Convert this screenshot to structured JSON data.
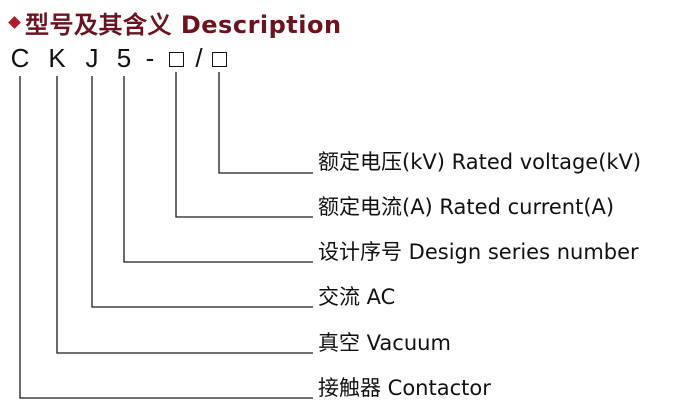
{
  "heading": {
    "text": "型号及其含义 Description",
    "bullet_color": "#b01c2e",
    "text_color": "#6b1420"
  },
  "model_code": {
    "chars": [
      "C",
      "K",
      "J",
      "5",
      "-",
      "/"
    ]
  },
  "definitions": [
    {
      "text": "额定电压(kV) Rated voltage(kV)"
    },
    {
      "text": "额定电流(A) Rated current(A)"
    },
    {
      "text": "设计序号 Design series number"
    },
    {
      "text": "交流 AC"
    },
    {
      "text": "真空 Vacuum"
    },
    {
      "text": "接触器 Contactor"
    }
  ]
}
